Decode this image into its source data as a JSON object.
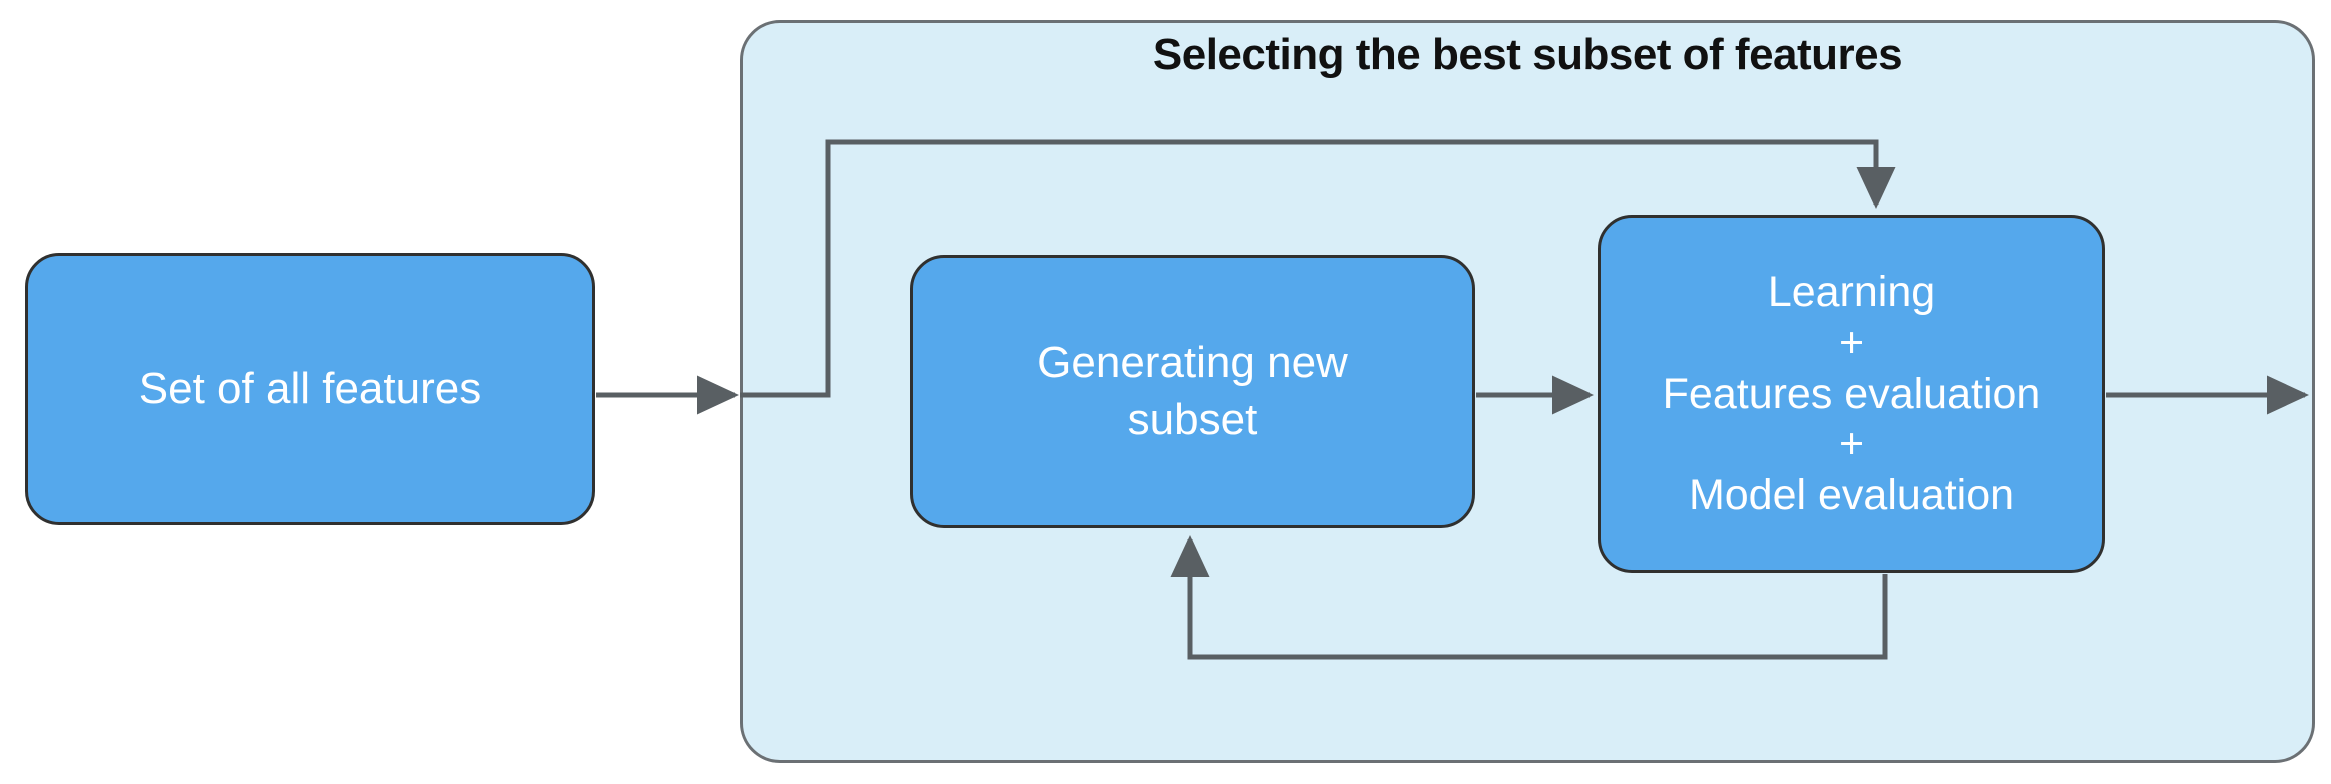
{
  "diagram": {
    "title": "Selecting the best subset of features",
    "nodes": {
      "all_features": {
        "label": "Set of all features"
      },
      "generating": {
        "line1": "Generating new",
        "line2": "subset"
      },
      "evaluation": {
        "line1": "Learning",
        "line2": "+",
        "line3": "Features evaluation",
        "line4": "+",
        "line5": "Model evaluation"
      }
    },
    "edges": [
      {
        "name": "input-to-group",
        "from": "Set of all features",
        "to": "Selecting the best subset of features"
      },
      {
        "name": "group-to-evaluation-top",
        "from": "Set of all features",
        "to": "Learning + Features evaluation + Model evaluation"
      },
      {
        "name": "generating-to-evaluation",
        "from": "Generating new subset",
        "to": "Learning + Features evaluation + Model evaluation"
      },
      {
        "name": "evaluation-to-generating-feedback",
        "from": "Learning + Features evaluation + Model evaluation",
        "to": "Generating new subset"
      },
      {
        "name": "evaluation-output",
        "from": "Learning + Features evaluation + Model evaluation",
        "to": "output"
      }
    ],
    "colors": {
      "node_fill": "#55a8ec",
      "node_border": "#30302f",
      "group_fill": "#d9eef8",
      "group_border": "#6b7074",
      "connector": "#595f63",
      "node_text": "#ffffff",
      "title_text": "#111111",
      "canvas": "#ffffff"
    }
  }
}
